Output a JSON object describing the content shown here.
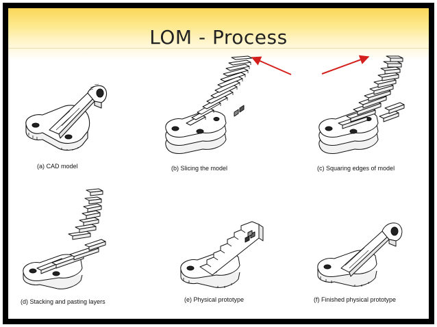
{
  "slide": {
    "title": "LOM - Process"
  },
  "figure": {
    "captions": {
      "a": "(a) CAD model",
      "b": "(b) Slicing the model",
      "c": "(c) Squaring edges of model",
      "d": "(d) Stacking and pasting layers",
      "e": "(e) Physical prototype",
      "f": "(f) Finished physical prototype"
    }
  },
  "colors": {
    "title_gradient_top": "#fbd75a",
    "frame": "#000000",
    "arrow": "#d4201c",
    "line": "#111111"
  }
}
